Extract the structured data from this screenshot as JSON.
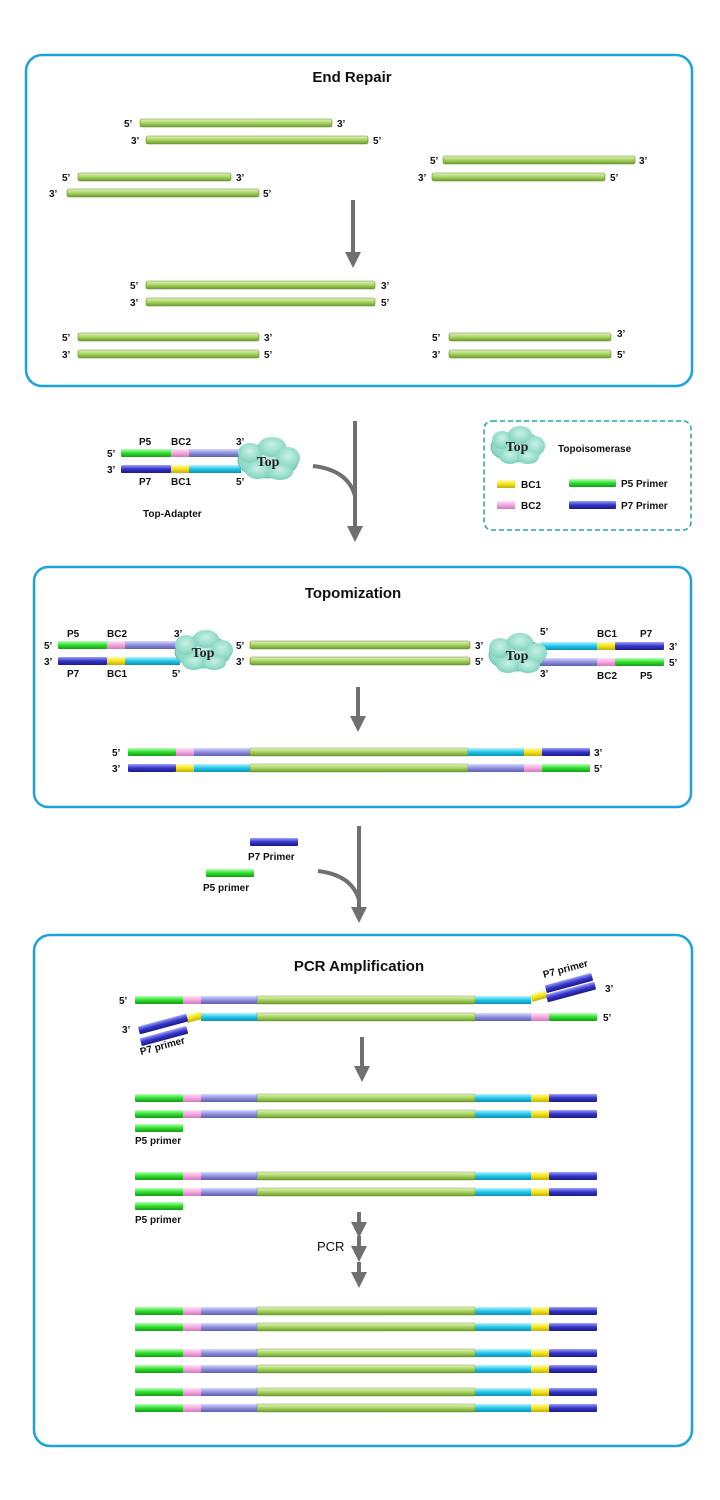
{
  "sections": {
    "end_repair": "End Repair",
    "topomization": "Topomization",
    "pcr_amplification": "PCR Amplification"
  },
  "ends": {
    "five": "5’",
    "three": "3’"
  },
  "adapter": {
    "name": "Top-Adapter",
    "enzyme": "Top",
    "p5": "P5",
    "p7": "P7",
    "bc1": "BC1",
    "bc2": "BC2"
  },
  "legend": {
    "topoisomerase": "Topoisomerase",
    "bc1": "BC1",
    "bc2": "BC2",
    "p5_primer": "P5 Primer",
    "p7_primer": "P7 Primer"
  },
  "primers": {
    "p7_primer_cap": "P7 Primer",
    "p5_primer": "P5 primer",
    "p7_primer": "P7 primer"
  },
  "pcr_label": "PCR",
  "colors": {
    "frame": "#1aa3dc",
    "insert": "#9ccc5a",
    "p5": "#33dd33",
    "p7": "#3a3ac8",
    "bc1": "#f2e01a",
    "bc2": "#f4a6e0",
    "lavender": "#8d8fdc",
    "cyan": "#22c4e8",
    "arrow": "#707070",
    "cloud": "#8fd9c8"
  }
}
